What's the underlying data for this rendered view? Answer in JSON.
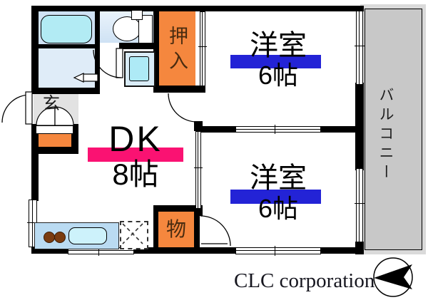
{
  "rooms": {
    "dining_kitchen": {
      "label": "DK",
      "size": "8帖"
    },
    "western_room_top": {
      "label": "洋室",
      "size": "6帖"
    },
    "western_room_bottom": {
      "label": "洋室",
      "size": "6帖"
    },
    "balcony": {
      "label": "バルコニー"
    },
    "closet": {
      "label": "押入"
    },
    "storage": {
      "label": "物"
    },
    "entrance": {
      "label": "玄"
    }
  },
  "colors": {
    "wall": "#000000",
    "dk_highlight": "#fa1272",
    "room_highlight": "#2323d6",
    "closet_orange": "#f5873e",
    "balcony_gray": "#c8c8c8",
    "entrance_gray": "#e2e2e2",
    "bathroom_blue": "#cfe2f4",
    "fixture_cyan": "#b2ebf4"
  },
  "footer": {
    "company": "CLC corporation"
  },
  "icons": {
    "compass": "north-arrow-icon"
  }
}
